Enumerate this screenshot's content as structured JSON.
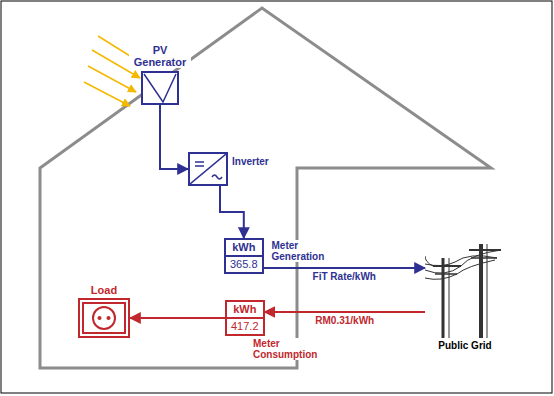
{
  "diagram": {
    "nodes": [
      {
        "text": [
          "PV Generator"
        ]
      },
      {
        "text": [
          "Inverter"
        ]
      },
      {
        "text": [
          "kWh",
          "365.8",
          "Meter Generation"
        ]
      },
      {
        "text": [
          "kWh",
          "417.2",
          "Meter Consumption"
        ]
      },
      {
        "text": [
          "Load"
        ]
      },
      {
        "text": [
          "Public Grid"
        ]
      }
    ],
    "edges": [
      {
        "from": 0,
        "to": 1,
        "arrow": "to"
      },
      {
        "from": 1,
        "to": 2,
        "arrow": "to"
      },
      {
        "from": 2,
        "to": 5,
        "label": "FiT Rate/kWh",
        "arrow": "to"
      },
      {
        "from": 5,
        "to": 3,
        "label": "RM0.31/kWh",
        "arrow": "to"
      },
      {
        "from": 3,
        "to": 4,
        "arrow": "to"
      }
    ]
  }
}
